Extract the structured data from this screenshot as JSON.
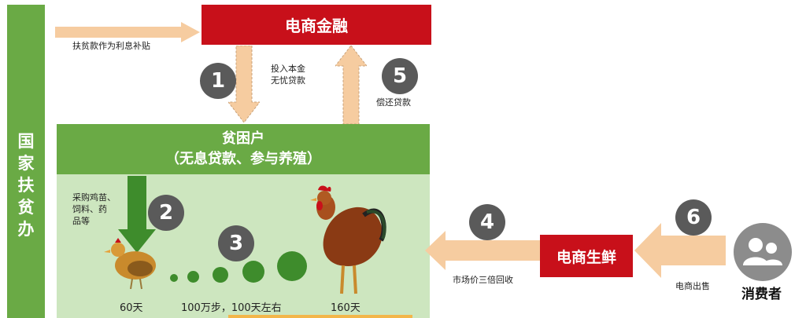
{
  "gov": {
    "label": "国家扶贫办"
  },
  "finance": {
    "label": "电商金融"
  },
  "arrows": {
    "subsidy": "扶贫款作为利息补贴",
    "invest_1": "投入本金",
    "invest_2": "无忧贷款",
    "repay": "偿还贷款",
    "market_price": "市场价三倍回收",
    "ecom_sale": "电商出售"
  },
  "poor": {
    "title": "贫困户",
    "subtitle": "（无息贷款、参与养殖）",
    "purchase_1": "采购鸡苗、",
    "purchase_2": "饲料、药",
    "purchase_3": "品等",
    "label_60": "60天",
    "label_steps": "100万步，100天左右",
    "label_160": "160天"
  },
  "ecommerce": {
    "label": "电商生鲜"
  },
  "consumer": {
    "label": "消费者"
  },
  "steps": [
    "1",
    "2",
    "3",
    "4",
    "5",
    "6"
  ],
  "colors": {
    "green": "#6aaa45",
    "light_green": "#cde6bf",
    "red": "#c8101a",
    "arrow": "#f6ccA0",
    "circle": "#5a5a5a"
  }
}
